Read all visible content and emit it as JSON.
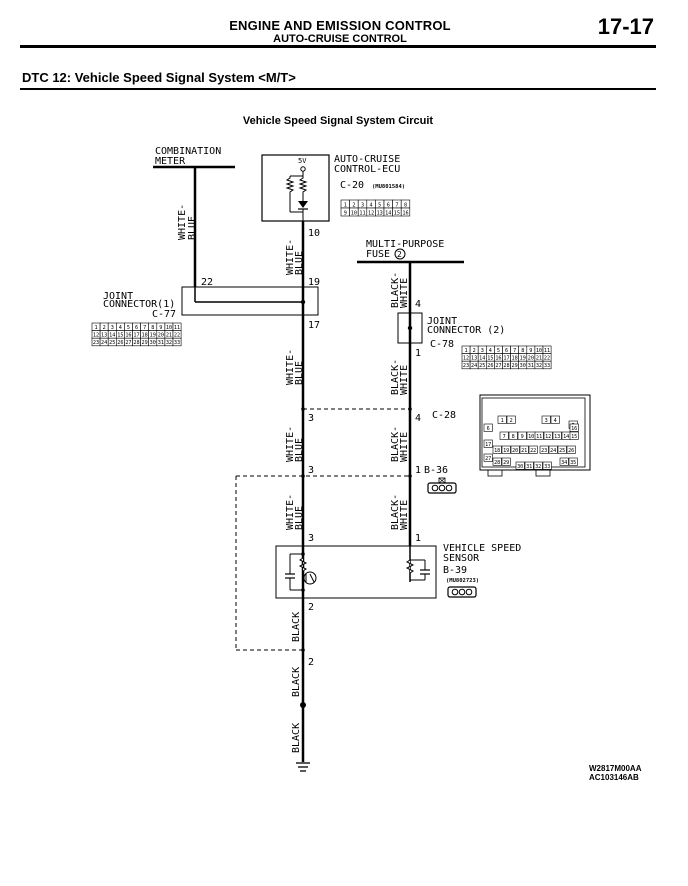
{
  "header": {
    "title": "ENGINE AND EMISSION CONTROL",
    "subtitle": "AUTO-CRUISE CONTROL",
    "page_number": "17-17"
  },
  "section_title": "DTC 12: Vehicle Speed Signal System <M/T>",
  "diagram": {
    "title": "Vehicle Speed Signal System Circuit",
    "components": {
      "combination_meter": [
        "COMBINATION",
        "METER"
      ],
      "auto_cruise_ecu": [
        "AUTO-CRUISE",
        "CONTROL-ECU"
      ],
      "ecu_connector": "C-20",
      "ecu_part": "(MU801584)",
      "ecu_voltage": "5V",
      "multi_purpose_fuse": [
        "MULTI-PURPOSE",
        "FUSE"
      ],
      "fuse_number": "2",
      "joint_connector_1": [
        "JOINT",
        "CONNECTOR(1)"
      ],
      "joint_connector_1_id": "C-77",
      "joint_connector_2": [
        "JOINT",
        "CONNECTOR (2)"
      ],
      "joint_connector_2_id": "C-78",
      "connector_c28": "C-28",
      "connector_b36": "B-36",
      "vehicle_speed_sensor": [
        "VEHICLE SPEED",
        "SENSOR"
      ],
      "sensor_connector": "B-39",
      "sensor_part": "(MU802723)"
    },
    "wire_colors": {
      "white_blue": [
        "WHITE-",
        "BLUE"
      ],
      "black_white": [
        "BLACK-",
        "WHITE"
      ],
      "black": "BLACK"
    },
    "pins": {
      "p10": "10",
      "p19": "19",
      "p22": "22",
      "p17": "17",
      "p3a": "3",
      "p3b": "3",
      "p3c": "3",
      "p4a": "4",
      "p1a": "1",
      "p4b": "4",
      "p1b": "1",
      "p1c": "1",
      "p2a": "2",
      "p2b": "2"
    },
    "connector_grids": {
      "c20": [
        [
          "1",
          "2",
          "3",
          "4",
          "5",
          "6",
          "7",
          "8"
        ],
        [
          "9",
          "10",
          "11",
          "12",
          "13",
          "14",
          "15",
          "16"
        ]
      ],
      "c77": [
        [
          "1",
          "2",
          "3",
          "4",
          "5",
          "6",
          "7",
          "8",
          "9",
          "10",
          "11"
        ],
        [
          "12",
          "13",
          "14",
          "15",
          "16",
          "17",
          "18",
          "19",
          "20",
          "21",
          "22"
        ],
        [
          "23",
          "24",
          "25",
          "26",
          "27",
          "28",
          "29",
          "30",
          "31",
          "32",
          "33"
        ]
      ],
      "c78": [
        [
          "1",
          "2",
          "3",
          "4",
          "5",
          "6",
          "7",
          "8",
          "9",
          "10",
          "11"
        ],
        [
          "12",
          "13",
          "14",
          "15",
          "16",
          "17",
          "18",
          "19",
          "20",
          "21",
          "22"
        ],
        [
          "23",
          "24",
          "25",
          "26",
          "27",
          "28",
          "29",
          "30",
          "31",
          "32",
          "33"
        ]
      ],
      "c28_pins": [
        "1",
        "2",
        "3",
        "4",
        "5",
        "6",
        "7",
        "8",
        "9",
        "10",
        "11",
        "12",
        "13",
        "14",
        "15",
        "16",
        "17",
        "18",
        "19",
        "20",
        "21",
        "22",
        "23",
        "24",
        "25",
        "26",
        "27",
        "28",
        "29",
        "30",
        "31",
        "32",
        "33",
        "34",
        "35"
      ]
    },
    "codes": [
      "W2817M00AA",
      "AC103146AB"
    ]
  }
}
